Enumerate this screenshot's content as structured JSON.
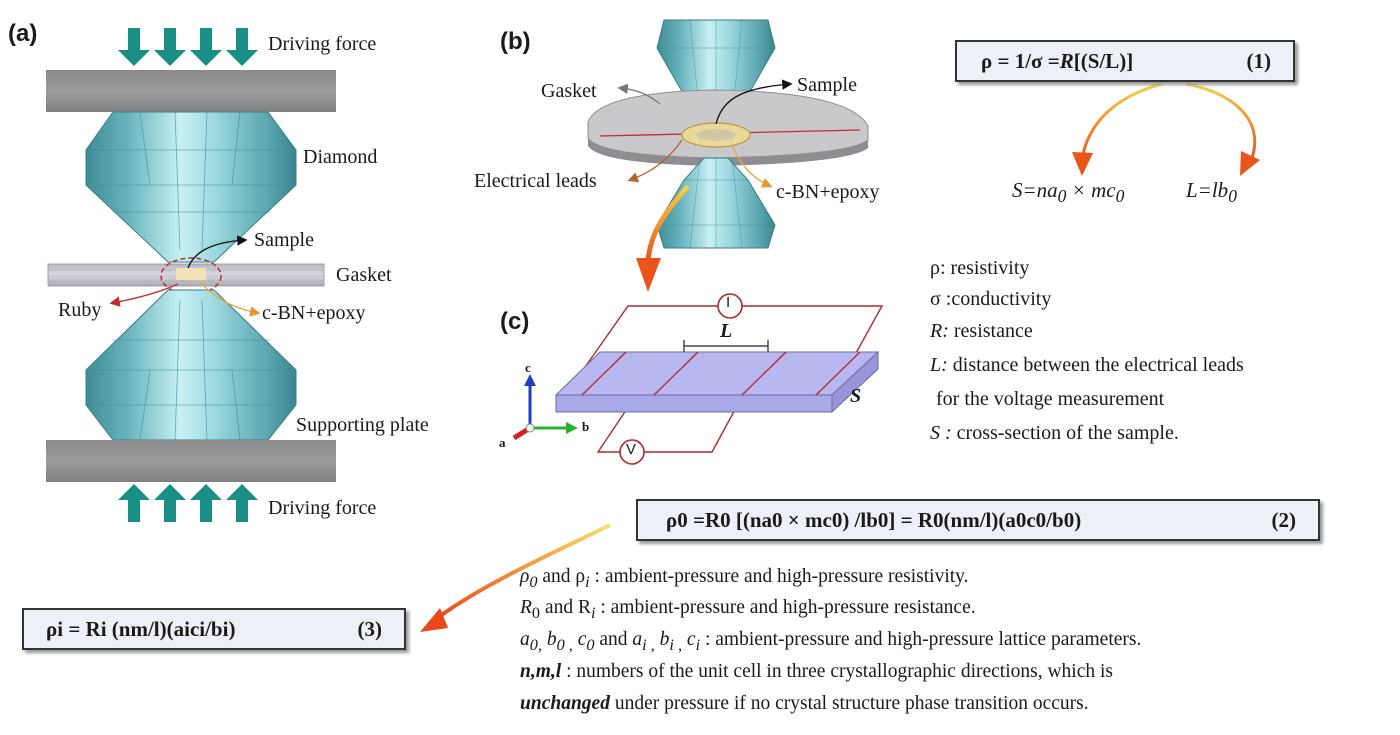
{
  "panels": {
    "a": {
      "label": "(a)",
      "driving_force_top": "Driving force",
      "diamond": "Diamond",
      "sample": "Sample",
      "gasket": "Gasket",
      "ruby": "Ruby",
      "cbn": "c-BN+epoxy",
      "supporting_plate": "Supporting plate",
      "driving_force_bottom": "Driving force"
    },
    "b": {
      "label": "(b)",
      "gasket": "Gasket",
      "sample": "Sample",
      "electrical_leads": "Electrical leads",
      "cbn": "c-BN+epoxy"
    },
    "c": {
      "label": "(c)",
      "current_symbol": "I",
      "voltage_symbol": "V",
      "length_label": "L",
      "section_label": "S",
      "axis_a": "a",
      "axis_b": "b",
      "axis_c": "c"
    }
  },
  "equation1": {
    "text_a": "ρ = 1/σ = ",
    "text_b": "R",
    "text_c": " [(S/L)]",
    "number": "(1)",
    "s_def": "S=na",
    "s_def_sub1": "0",
    "s_def_mid": " × mc",
    "s_def_sub2": "0",
    "l_def": "L=lb",
    "l_def_sub": "0"
  },
  "legend": {
    "rho": "ρ: resistivity",
    "sigma": "σ :conductivity",
    "r_sym": "R:",
    "r_text": " resistance",
    "l_sym": "L:",
    "l_text": " distance between the electrical leads",
    "l_text2": "for the voltage measurement",
    "s_sym": "S :",
    "s_text": " cross-section of the sample."
  },
  "equation2": {
    "text": "ρ0 =R0 [(na0 × mc0) /lb0] = R0(nm/l)(a0c0/b0)",
    "number": "(2)"
  },
  "equation3": {
    "text": "ρi = Ri (nm/l)(aici/bi)",
    "number": "(3)"
  },
  "notes": {
    "line1_a": "ρ",
    "line1_b": " and ρ",
    "line1_c": " : ambient-pressure and high-pressure resistivity.",
    "line2_a": "R",
    "line2_b": " and R",
    "line2_c": " : ambient-pressure and high-pressure  resistance.",
    "line3_c": " : ambient-pressure and high-pressure lattice parameters.",
    "line4_a": "n,m,l",
    "line4_b": " : numbers of the unit cell in three crystallographic directions, which is",
    "line5_a": "unchanged",
    "line5_b": " under pressure if no crystal structure phase transition occurs."
  }
}
